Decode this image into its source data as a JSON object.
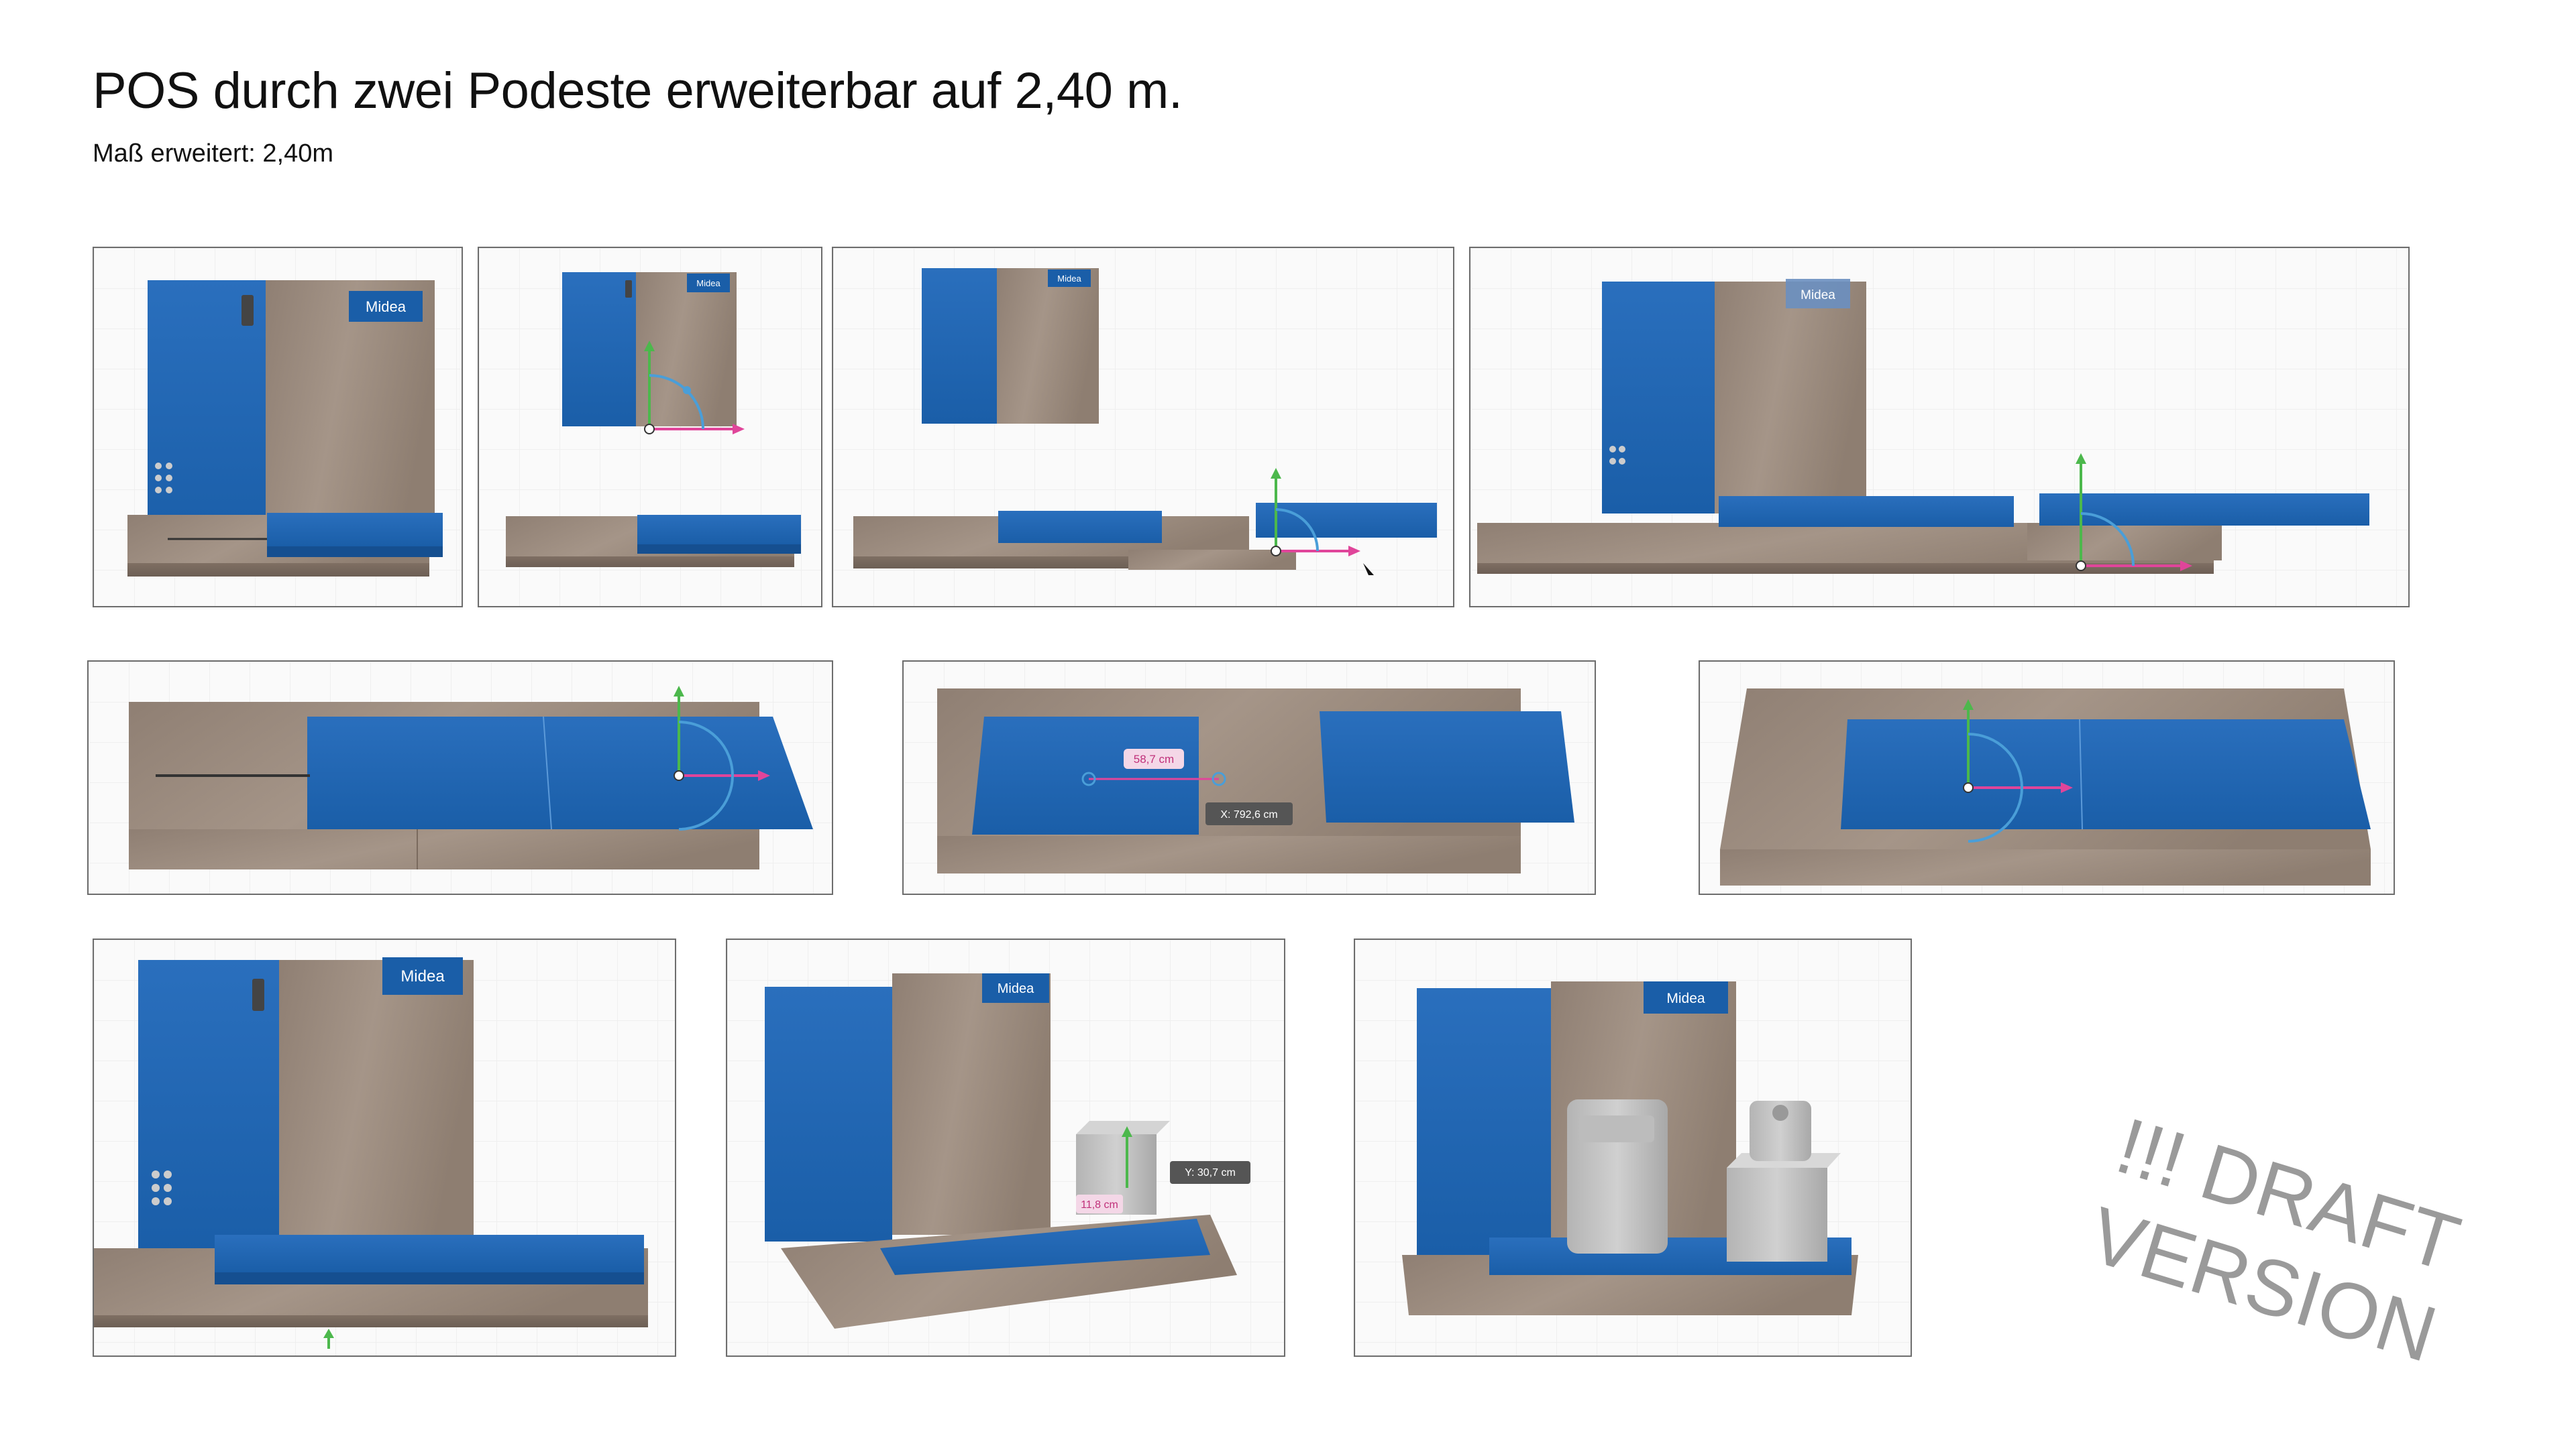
{
  "header": {
    "title": "POS durch zwei Podeste erweiterbar auf 2,40 m.",
    "subtitle": "Maß erweitert: 2,40m"
  },
  "brand": {
    "logo_text": "Midea",
    "blue": "#1a5ea8",
    "wood": "#9c8c7e",
    "gizmo_pink": "#e0459a",
    "gizmo_green": "#4cb84c",
    "gizmo_blue": "#4a9ed8"
  },
  "panels": [
    {
      "id": "render-1",
      "view": "front-display"
    },
    {
      "id": "render-2",
      "view": "display-with-gizmo"
    },
    {
      "id": "render-3",
      "view": "podest-moved"
    },
    {
      "id": "render-4",
      "view": "wide-extended"
    },
    {
      "id": "render-5",
      "view": "top-podest-gizmo"
    },
    {
      "id": "render-6",
      "view": "top-measure",
      "dim_label": "58,7 cm",
      "coord_label": "X: 792,6 cm"
    },
    {
      "id": "render-7",
      "view": "top-joined"
    },
    {
      "id": "render-8",
      "view": "front-with-podest"
    },
    {
      "id": "render-9",
      "view": "box-placement",
      "dim_label": "11,8 cm",
      "coord_label": "Y: 30,7 cm"
    },
    {
      "id": "render-10",
      "view": "final-with-products"
    }
  ],
  "watermark": {
    "line1": "!!! DRAFT",
    "line2": "VERSION"
  }
}
